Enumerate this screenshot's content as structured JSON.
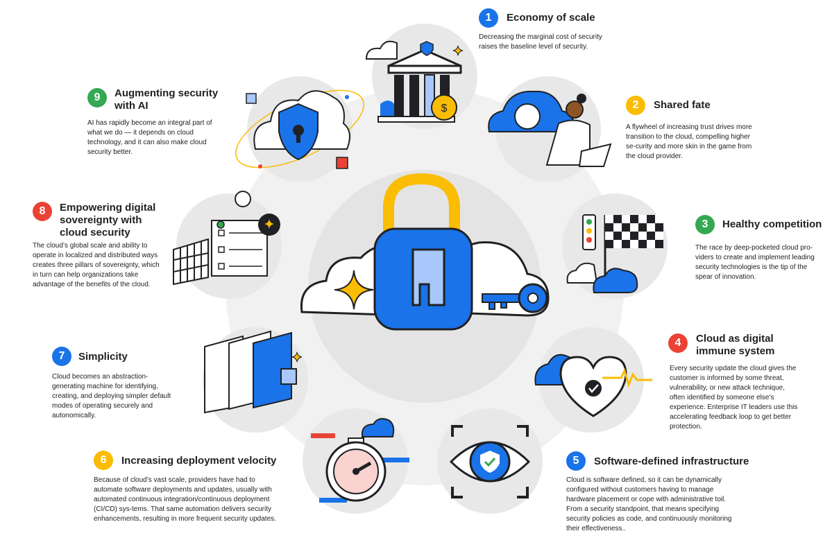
{
  "colors": {
    "blue": "#1a73e8",
    "yellow": "#fbbc04",
    "green": "#34a853",
    "red": "#ea4335",
    "light_gray": "#eeeeee",
    "mid_gray": "#e5e5e5",
    "ink": "#202124"
  },
  "items": [
    {
      "num": "1",
      "color": "#1a73e8",
      "title": "Economy of scale",
      "desc": "Decreasing the marginal cost of security raises the baseline level of security.",
      "icon": "bank-icon"
    },
    {
      "num": "2",
      "color": "#fbbc04",
      "title": "Shared fate",
      "desc": "A flywheel of increasing trust drives more transition to the cloud, compelling higher se-curity and more skin in the game from the cloud provider.",
      "icon": "person-laptop-icon"
    },
    {
      "num": "3",
      "color": "#34a853",
      "title": "Healthy competition",
      "desc": "The race by deep-pocketed cloud pro-viders to create and implement leading security technologies is the tip of the spear of innovation.",
      "icon": "checkered-flag-icon"
    },
    {
      "num": "4",
      "color": "#ea4335",
      "title": "Cloud as digital immune system",
      "desc": "Every security update the cloud gives the customer is informed by some threat, vulnerability, or new attack technique, often identified by someone else’s experience. Enterprise IT leaders use this accelerating feedback loop to get better protection.",
      "icon": "heart-pulse-icon"
    },
    {
      "num": "5",
      "color": "#1a73e8",
      "title": "Software-defined  infrastructure",
      "desc": "Cloud is software defined, so it can be dynamically configured without customers having to manage hardware placement or cope with administrative toil. From a security standpoint, that means specifying security policies as code, and continuously monitoring their effectiveness..",
      "icon": "eye-shield-icon"
    },
    {
      "num": "6",
      "color": "#fbbc04",
      "title": "Increasing deployment velocity",
      "desc": "Because of cloud’s vast scale, providers have had to automate software deployments and updates, usually with automated continuous integration/continuous deployment (CI/CD) sys-tems. That same automation delivers security enhancements, resulting in more frequent security updates.",
      "icon": "stopwatch-icon"
    },
    {
      "num": "7",
      "color": "#1a73e8",
      "title": "Simplicity",
      "desc": "Cloud becomes an abstraction-generating machine for identifying, creating, and deploying simpler default modes of operating securely and autonomically.",
      "icon": "layers-icon"
    },
    {
      "num": "8",
      "color": "#ea4335",
      "title": "Empowering digital sovereignty with cloud security",
      "desc": "The cloud’s global scale and ability to operate in localized and distributed ways creates three pillars of sovereignty, which in turn can help organizations take advantage of the benefits of the cloud.",
      "icon": "server-globe-icon"
    },
    {
      "num": "9",
      "color": "#34a853",
      "title": "Augmenting security with AI",
      "desc": "AI has rapidly become an integral part of what we do — it depends on cloud technology, and it can also make cloud security better.",
      "icon": "cloud-shield-icon"
    }
  ],
  "center": {
    "icon": "cloud-padlock-icon"
  }
}
